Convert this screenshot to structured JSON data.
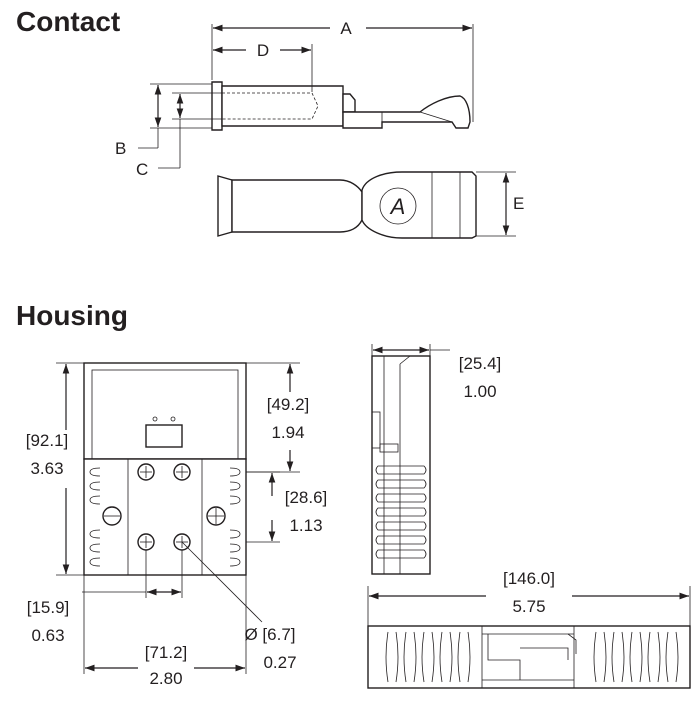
{
  "sections": {
    "contact_title": "Contact",
    "housing_title": "Housing"
  },
  "contact_dims": {
    "A": "A",
    "B": "B",
    "C": "C",
    "D": "D",
    "E": "E"
  },
  "housing_dims": {
    "width_mm": "[25.4]",
    "width_in": "1.00",
    "height_mm": "[92.1]",
    "height_in": "3.63",
    "upper_mm": "[49.2]",
    "upper_in": "1.94",
    "pitch_v_mm": "[28.6]",
    "pitch_v_in": "1.13",
    "pitch_h_mm": "[15.9]",
    "pitch_h_in": "0.63",
    "body_w_mm": "[71.2]",
    "body_w_in": "2.80",
    "hole_mm": "Ø [6.7]",
    "hole_in": "0.27",
    "length_mm": "[146.0]",
    "length_in": "5.75"
  },
  "logo": {
    "letter": "A"
  }
}
